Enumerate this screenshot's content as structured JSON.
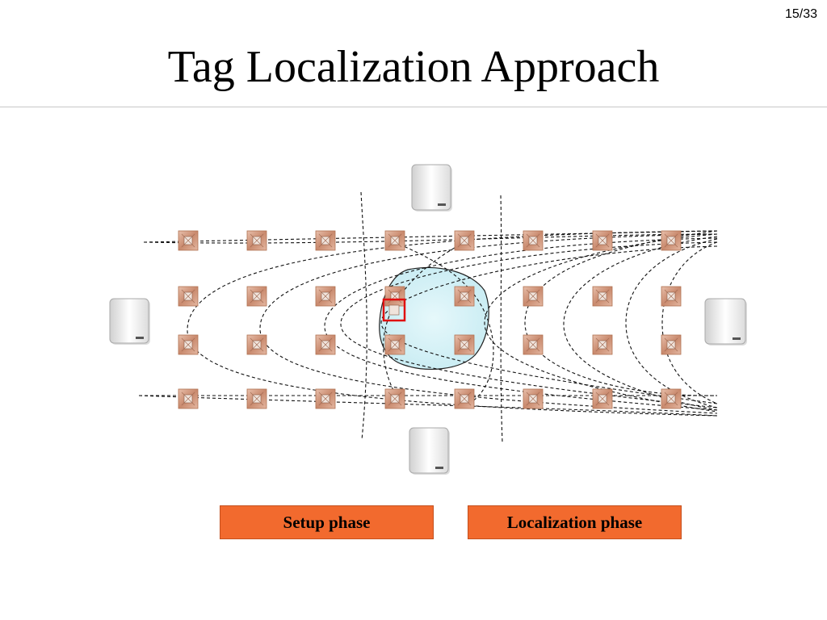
{
  "slide": {
    "page_number": "15/33",
    "title": "Tag Localization Approach"
  },
  "buttons": {
    "setup_phase": "Setup phase",
    "localization_phase": "Localization phase"
  },
  "colors": {
    "button_fill": "#f26a2e",
    "tag_fill": "#d4a088",
    "target_box": "#e01010",
    "region_fill": "#cdeef4"
  },
  "icons": {
    "reader": "rfid-reader-icon",
    "tag": "reference-tag-icon",
    "target": "tracking-tag-icon"
  }
}
